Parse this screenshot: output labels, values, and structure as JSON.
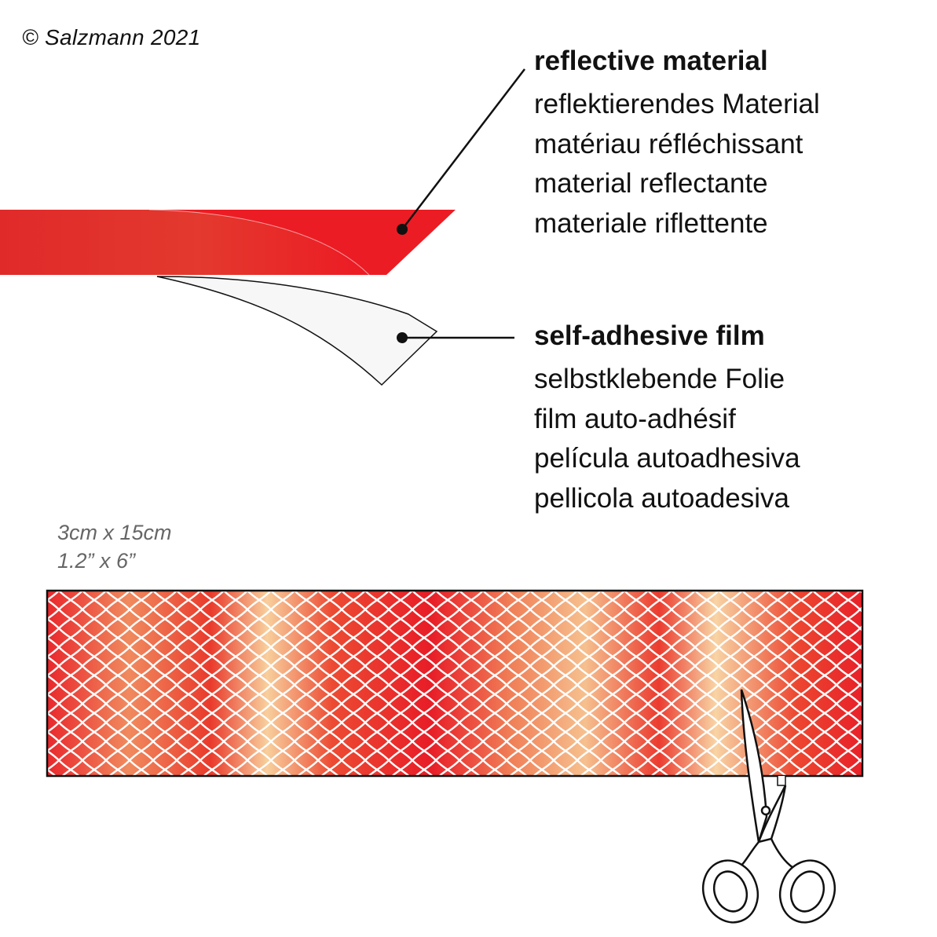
{
  "copyright": "© Salzmann 2021",
  "layers": {
    "reflective": {
      "title": "reflective material",
      "translations": [
        "reflektierendes Material",
        "matériau réfléchissant",
        "material reflectante",
        "materiale riflettente"
      ]
    },
    "adhesive": {
      "title": "self-adhesive film",
      "translations": [
        "selbstklebende Folie",
        "film auto-adhésif",
        "película autoadhesiva",
        "pellicola autoadesiva"
      ]
    }
  },
  "dimensions": {
    "metric": "3cm x 15cm",
    "imperial": "1.2” x 6”"
  },
  "colors": {
    "reflective_red": "#ec1c24",
    "strip_red": "#e8232a",
    "strip_highlight": "#f8d0a0",
    "film_white": "#f6f6f6",
    "outline": "#111111"
  },
  "icons": [
    "scissors-icon"
  ]
}
